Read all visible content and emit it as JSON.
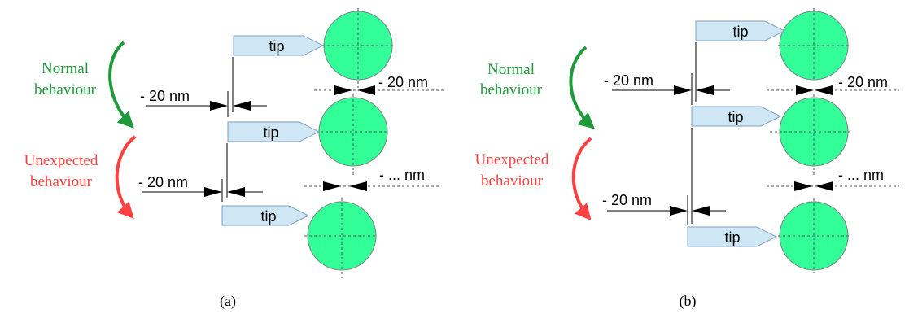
{
  "panels": [
    {
      "caption": "(a)",
      "normal_label": [
        "Normal",
        "behaviour"
      ],
      "unexpected_label": [
        "Unexpected",
        "behaviour"
      ],
      "tip_labels": [
        "tip",
        "tip",
        "tip"
      ],
      "offset_labels": [
        "- 20 nm",
        "- 20 nm"
      ],
      "gap_labels": [
        "- 20 nm",
        "- ... nm"
      ]
    },
    {
      "caption": "(b)",
      "normal_label": [
        "Normal",
        "behaviour"
      ],
      "unexpected_label": [
        "Unexpected",
        "behaviour"
      ],
      "tip_labels": [
        "tip",
        "tip",
        "tip"
      ],
      "offset_labels": [
        "- 20 nm",
        "- 20 nm"
      ],
      "gap_labels": [
        "- 20 nm",
        "- ... nm"
      ]
    }
  ],
  "colors": {
    "circle_fill": "#33ff99",
    "circle_stroke": "#7f7f7f",
    "tip_fill": "#cfe6f5",
    "tip_stroke": "#7f9fbf",
    "normal_arrow": "#1f9a3a",
    "unexpected_arrow": "#ff4040",
    "line": "#000000",
    "dashed": "#555555"
  }
}
